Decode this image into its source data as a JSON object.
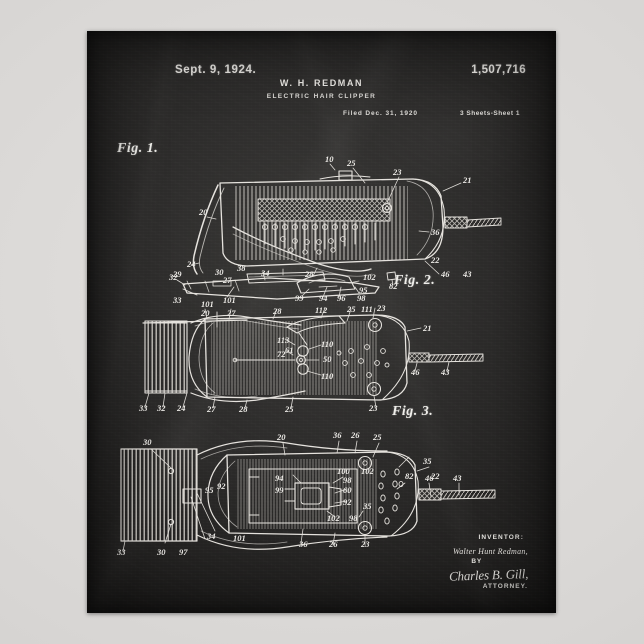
{
  "poster": {
    "background_color": "#262626",
    "wall_color": "#d7d5d3",
    "chalk_color": "#eceae6"
  },
  "header": {
    "date": "Sept. 9, 1924.",
    "patent_number": "1,507,716",
    "inventor_name": "W. H. REDMAN",
    "invention_title": "ELECTRIC HAIR CLIPPER",
    "filed": "Filed Dec. 31, 1920",
    "sheets": "3 Sheets-Sheet 1"
  },
  "figures": [
    {
      "label": "Fig. 1."
    },
    {
      "label": "Fig. 2."
    },
    {
      "label": "Fig. 3."
    }
  ],
  "signature": {
    "inventor_label": "INVENTOR:",
    "inventor": "Walter Hunt Redman,",
    "by": "BY",
    "attorney_signature": "Charles B. Gill,",
    "attorney_label": "ATTORNEY."
  },
  "ref_numerals": {
    "fig1": [
      "10",
      "25",
      "23",
      "21",
      "20",
      "26",
      "36",
      "46",
      "43",
      "24",
      "29",
      "27",
      "28",
      "22",
      "82",
      "32",
      "38",
      "33",
      "30",
      "34",
      "102",
      "95",
      "99",
      "94",
      "96",
      "98",
      "101"
    ],
    "fig2": [
      "101",
      "20",
      "27",
      "28",
      "112",
      "25",
      "111",
      "23",
      "21",
      "113",
      "110",
      "61",
      "72",
      "50",
      "110",
      "46",
      "43",
      "33",
      "32",
      "24",
      "27",
      "28",
      "25",
      "23"
    ],
    "fig3": [
      "30",
      "20",
      "36",
      "26",
      "25",
      "35",
      "22",
      "95",
      "92",
      "100",
      "102",
      "98",
      "94",
      "60",
      "99",
      "92",
      "98",
      "95",
      "46",
      "43",
      "82",
      "34",
      "101",
      "33",
      "36",
      "97",
      "36",
      "26",
      "23"
    ]
  }
}
